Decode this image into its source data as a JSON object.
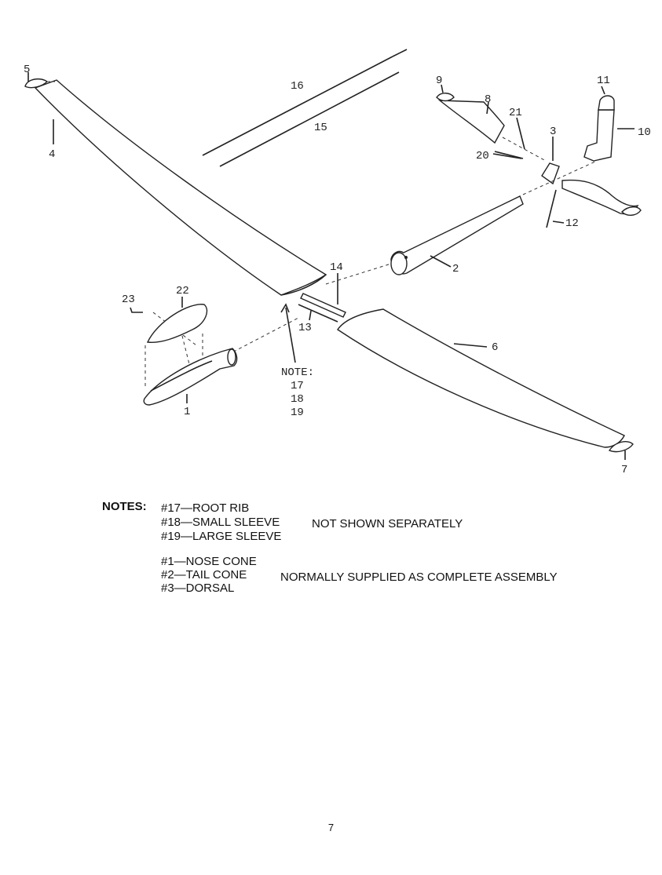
{
  "labels": {
    "p1": "1",
    "p2": "2",
    "p3": "3",
    "p4": "4",
    "p5": "5",
    "p6": "6",
    "p7": "7",
    "p8": "8",
    "p9": "9",
    "p10": "10",
    "p11": "11",
    "p12": "12",
    "p13": "13",
    "p14": "14",
    "p15": "15",
    "p16": "16",
    "p20": "20",
    "p21": "21",
    "p22": "22",
    "p23": "23"
  },
  "note_callout": {
    "title": "NOTE:",
    "items": [
      "17",
      "18",
      "19"
    ]
  },
  "notes": {
    "heading": "NOTES:",
    "group1": {
      "items": [
        "#17—ROOT RIB",
        "#18—SMALL SLEEVE",
        "#19—LARGE SLEEVE"
      ],
      "remark": "NOT SHOWN SEPARATELY"
    },
    "group2": {
      "items": [
        "#1—NOSE CONE",
        "#2—TAIL CONE",
        "#3—DORSAL"
      ],
      "remark": "NORMALLY SUPPLIED AS COMPLETE ASSEMBLY"
    }
  },
  "page_number": "7"
}
